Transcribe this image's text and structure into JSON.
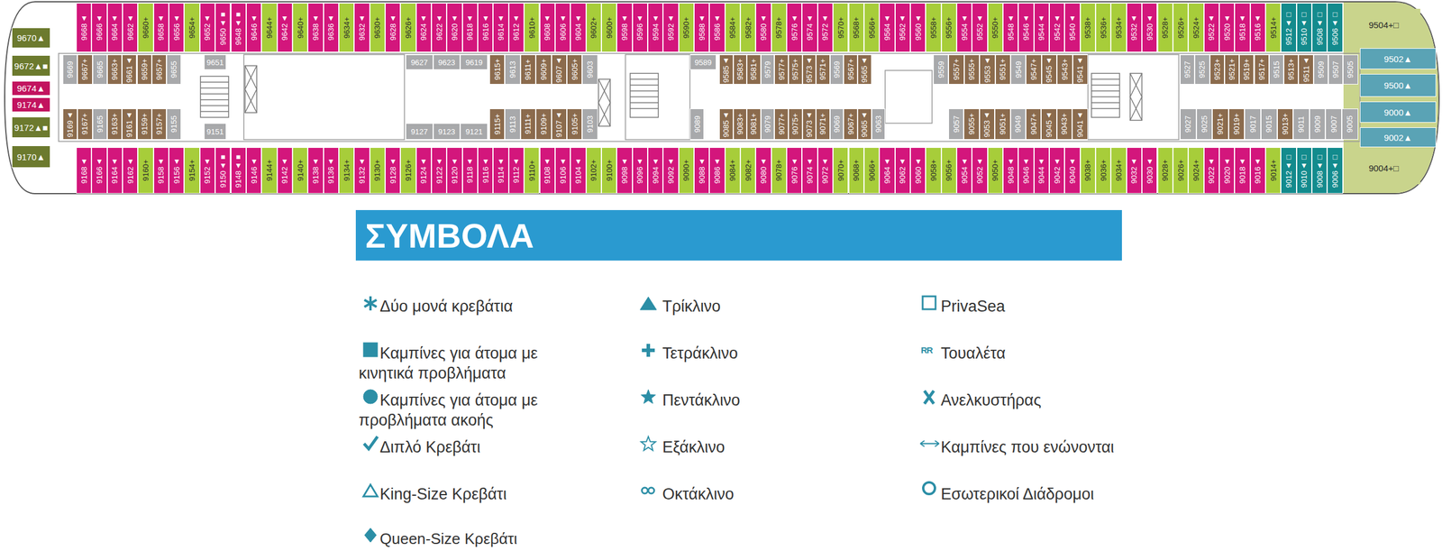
{
  "diagram": {
    "title": "ΣΥΜΒΟΛΑ",
    "nodes": [
      {
        "text": [
          "9668▲"
        ]
      },
      {
        "text": [
          "9666▲"
        ]
      },
      {
        "text": [
          "9664▲"
        ]
      },
      {
        "text": [
          "9662▲"
        ]
      },
      {
        "text": [
          "9660+"
        ]
      },
      {
        "text": [
          "9658▲"
        ]
      },
      {
        "text": [
          "9656▲"
        ]
      },
      {
        "text": [
          "9654+"
        ]
      },
      {
        "text": [
          "9652▲"
        ]
      },
      {
        "text": [
          "9650▲■"
        ]
      },
      {
        "text": [
          "9648▲■"
        ]
      },
      {
        "text": [
          "9646▲"
        ]
      },
      {
        "text": [
          "9644+"
        ]
      },
      {
        "text": [
          "9642▲"
        ]
      },
      {
        "text": [
          "9640+"
        ]
      },
      {
        "text": [
          "9638▲"
        ]
      },
      {
        "text": [
          "9636▲"
        ]
      },
      {
        "text": [
          "9634+"
        ]
      },
      {
        "text": [
          "9632▲"
        ]
      },
      {
        "text": [
          "9630+"
        ]
      },
      {
        "text": [
          "9628▲"
        ]
      },
      {
        "text": [
          "9626+"
        ]
      },
      {
        "text": [
          "9624▲"
        ]
      },
      {
        "text": [
          "9622▲"
        ]
      },
      {
        "text": [
          "9620▲"
        ]
      },
      {
        "text": [
          "9618▲"
        ]
      },
      {
        "text": [
          "9616▲"
        ]
      },
      {
        "text": [
          "9614▲"
        ]
      },
      {
        "text": [
          "9612▲"
        ]
      },
      {
        "text": [
          "9610+"
        ]
      },
      {
        "text": [
          "9608▲"
        ]
      },
      {
        "text": [
          "9606▲"
        ]
      },
      {
        "text": [
          "9604▲"
        ]
      },
      {
        "text": [
          "9602+"
        ]
      },
      {
        "text": [
          "9600+"
        ]
      },
      {
        "text": [
          "9598▲"
        ]
      },
      {
        "text": [
          "9596▲"
        ]
      },
      {
        "text": [
          "9594▲"
        ]
      },
      {
        "text": [
          "9592▲"
        ]
      },
      {
        "text": [
          "9590+"
        ]
      },
      {
        "text": [
          "9588▲"
        ]
      },
      {
        "text": [
          "9586▲"
        ]
      },
      {
        "text": [
          "9584+"
        ]
      },
      {
        "text": [
          "9582+"
        ]
      },
      {
        "text": [
          "9580▲"
        ]
      },
      {
        "text": [
          "9578+"
        ]
      },
      {
        "text": [
          "9576▲"
        ]
      },
      {
        "text": [
          "9574▲"
        ]
      },
      {
        "text": [
          "9572▲"
        ]
      },
      {
        "text": [
          "9570+"
        ]
      },
      {
        "text": [
          "9568+"
        ]
      },
      {
        "text": [
          "9566+"
        ]
      },
      {
        "text": [
          "9564▲"
        ]
      },
      {
        "text": [
          "9562▲"
        ]
      },
      {
        "text": [
          "9560▲"
        ]
      },
      {
        "text": [
          "9558+"
        ]
      },
      {
        "text": [
          "9556+"
        ]
      },
      {
        "text": [
          "9554▲"
        ]
      },
      {
        "text": [
          "9552▲"
        ]
      },
      {
        "text": [
          "9550+"
        ]
      },
      {
        "text": [
          "9548▲"
        ]
      },
      {
        "text": [
          "9546▲"
        ]
      },
      {
        "text": [
          "9544▲"
        ]
      },
      {
        "text": [
          "9542▲"
        ]
      },
      {
        "text": [
          "9540▲"
        ]
      },
      {
        "text": [
          "9538+"
        ]
      },
      {
        "text": [
          "9536+"
        ]
      },
      {
        "text": [
          "9534+"
        ]
      },
      {
        "text": [
          "9532▲"
        ]
      },
      {
        "text": [
          "9530▲"
        ]
      },
      {
        "text": [
          "9528+"
        ]
      },
      {
        "text": [
          "9526+"
        ]
      },
      {
        "text": [
          "9524+"
        ]
      },
      {
        "text": [
          "9522▲"
        ]
      },
      {
        "text": [
          "9520▲"
        ]
      },
      {
        "text": [
          "9518▲"
        ]
      },
      {
        "text": [
          "9516▲"
        ]
      },
      {
        "text": [
          "9514+"
        ]
      },
      {
        "text": [
          "9512▲□"
        ]
      },
      {
        "text": [
          "9510▲□"
        ]
      },
      {
        "text": [
          "9508▲□"
        ]
      },
      {
        "text": [
          "9506▲□"
        ]
      },
      {
        "text": [
          "9669"
        ]
      },
      {
        "text": [
          "9667+"
        ]
      },
      {
        "text": [
          "9665"
        ]
      },
      {
        "text": [
          "9663+"
        ]
      },
      {
        "text": [
          "9661▲"
        ]
      },
      {
        "text": [
          "9659+"
        ]
      },
      {
        "text": [
          "9657+"
        ]
      },
      {
        "text": [
          "9655"
        ]
      },
      {
        "text": [
          "9651"
        ]
      },
      {
        "text": [
          "9627"
        ]
      },
      {
        "text": [
          "9623"
        ]
      },
      {
        "text": [
          "9619"
        ]
      },
      {
        "text": [
          "9615+"
        ]
      },
      {
        "text": [
          "9613"
        ]
      },
      {
        "text": [
          "9611+"
        ]
      },
      {
        "text": [
          "9609+"
        ]
      },
      {
        "text": [
          "9607▲"
        ]
      },
      {
        "text": [
          "9605+"
        ]
      },
      {
        "text": [
          "9603"
        ]
      },
      {
        "text": [
          "9589"
        ]
      },
      {
        "text": [
          "9585▲"
        ]
      },
      {
        "text": [
          "9583+"
        ]
      },
      {
        "text": [
          "9581+"
        ]
      },
      {
        "text": [
          "9579"
        ]
      },
      {
        "text": [
          "9577+"
        ]
      },
      {
        "text": [
          "9575+"
        ]
      },
      {
        "text": [
          "9573▲"
        ]
      },
      {
        "text": [
          "9571+"
        ]
      },
      {
        "text": [
          "9569"
        ]
      },
      {
        "text": [
          "9567+"
        ]
      },
      {
        "text": [
          "9565▲"
        ]
      },
      {
        "text": [
          "9559"
        ]
      },
      {
        "text": [
          "9557+"
        ]
      },
      {
        "text": [
          "9555+"
        ]
      },
      {
        "text": [
          "9553▲"
        ]
      },
      {
        "text": [
          "9551+"
        ]
      },
      {
        "text": [
          "9549"
        ]
      },
      {
        "text": [
          "9547+"
        ]
      },
      {
        "text": [
          "9545▲"
        ]
      },
      {
        "text": [
          "9543+"
        ]
      },
      {
        "text": [
          "9541▲"
        ]
      },
      {
        "text": [
          "9527"
        ]
      },
      {
        "text": [
          "9525"
        ]
      },
      {
        "text": [
          "9523+"
        ]
      },
      {
        "text": [
          "9521+"
        ]
      },
      {
        "text": [
          "9519+"
        ]
      },
      {
        "text": [
          "9517+"
        ]
      },
      {
        "text": [
          "9515"
        ]
      },
      {
        "text": [
          "9513+"
        ]
      },
      {
        "text": [
          "9511▲"
        ]
      },
      {
        "text": [
          "9509"
        ]
      },
      {
        "text": [
          "9507"
        ]
      },
      {
        "text": [
          "9505"
        ]
      },
      {
        "text": [
          "9169▲"
        ]
      },
      {
        "text": [
          "9167+"
        ]
      },
      {
        "text": [
          "9165"
        ]
      },
      {
        "text": [
          "9163+"
        ]
      },
      {
        "text": [
          "9161▲"
        ]
      },
      {
        "text": [
          "9159+"
        ]
      },
      {
        "text": [
          "9157+"
        ]
      },
      {
        "text": [
          "9155"
        ]
      },
      {
        "text": [
          "9151"
        ]
      },
      {
        "text": [
          "9127"
        ]
      },
      {
        "text": [
          "9123"
        ]
      },
      {
        "text": [
          "9121"
        ]
      },
      {
        "text": [
          "9115+"
        ]
      },
      {
        "text": [
          "9113"
        ]
      },
      {
        "text": [
          "9111+"
        ]
      },
      {
        "text": [
          "9109+"
        ]
      },
      {
        "text": [
          "9107▲"
        ]
      },
      {
        "text": [
          "9105+"
        ]
      },
      {
        "text": [
          "9103"
        ]
      },
      {
        "text": [
          "9089"
        ]
      },
      {
        "text": [
          "9085▲"
        ]
      },
      {
        "text": [
          "9083+"
        ]
      },
      {
        "text": [
          "9081+"
        ]
      },
      {
        "text": [
          "9079"
        ]
      },
      {
        "text": [
          "9077+"
        ]
      },
      {
        "text": [
          "9075+"
        ]
      },
      {
        "text": [
          "9073▲"
        ]
      },
      {
        "text": [
          "9071+"
        ]
      },
      {
        "text": [
          "9069"
        ]
      },
      {
        "text": [
          "9067+"
        ]
      },
      {
        "text": [
          "9065▲"
        ]
      },
      {
        "text": [
          "9063"
        ]
      },
      {
        "text": [
          "9057"
        ]
      },
      {
        "text": [
          "9055+"
        ]
      },
      {
        "text": [
          "9053▲"
        ]
      },
      {
        "text": [
          "9051+"
        ]
      },
      {
        "text": [
          "9049"
        ]
      },
      {
        "text": [
          "9047+"
        ]
      },
      {
        "text": [
          "9045▲"
        ]
      },
      {
        "text": [
          "9043+"
        ]
      },
      {
        "text": [
          "9041▲"
        ]
      },
      {
        "text": [
          "9027"
        ]
      },
      {
        "text": [
          "9025"
        ]
      },
      {
        "text": [
          "9021+"
        ]
      },
      {
        "text": [
          "9019+"
        ]
      },
      {
        "text": [
          "9017"
        ]
      },
      {
        "text": [
          "9015"
        ]
      },
      {
        "text": [
          "9013+"
        ]
      },
      {
        "text": [
          "9011"
        ]
      },
      {
        "text": [
          "9009"
        ]
      },
      {
        "text": [
          "9007"
        ]
      },
      {
        "text": [
          "9005"
        ]
      },
      {
        "text": [
          "9168▲"
        ]
      },
      {
        "text": [
          "9166▲"
        ]
      },
      {
        "text": [
          "9164▲"
        ]
      },
      {
        "text": [
          "9162▲"
        ]
      },
      {
        "text": [
          "9160+"
        ]
      },
      {
        "text": [
          "9158▲"
        ]
      },
      {
        "text": [
          "9156▲"
        ]
      },
      {
        "text": [
          "9154+"
        ]
      },
      {
        "text": [
          "9152▲"
        ]
      },
      {
        "text": [
          "9150▲■"
        ]
      },
      {
        "text": [
          "9148▲■"
        ]
      },
      {
        "text": [
          "9146▲"
        ]
      },
      {
        "text": [
          "9144+"
        ]
      },
      {
        "text": [
          "9142▲"
        ]
      },
      {
        "text": [
          "9140+"
        ]
      },
      {
        "text": [
          "9138▲"
        ]
      },
      {
        "text": [
          "9136▲"
        ]
      },
      {
        "text": [
          "9134+"
        ]
      },
      {
        "text": [
          "9132▲"
        ]
      },
      {
        "text": [
          "9130+"
        ]
      },
      {
        "text": [
          "9128▲"
        ]
      },
      {
        "text": [
          "9126+"
        ]
      },
      {
        "text": [
          "9124▲"
        ]
      },
      {
        "text": [
          "9122▲"
        ]
      },
      {
        "text": [
          "9120▲"
        ]
      },
      {
        "text": [
          "9118▲"
        ]
      },
      {
        "text": [
          "9116▲"
        ]
      },
      {
        "text": [
          "9114▲"
        ]
      },
      {
        "text": [
          "9112▲"
        ]
      },
      {
        "text": [
          "9110+"
        ]
      },
      {
        "text": [
          "9108▲"
        ]
      },
      {
        "text": [
          "9106▲"
        ]
      },
      {
        "text": [
          "9104▲"
        ]
      },
      {
        "text": [
          "9102+"
        ]
      },
      {
        "text": [
          "9100+"
        ]
      },
      {
        "text": [
          "9098▲"
        ]
      },
      {
        "text": [
          "9096▲"
        ]
      },
      {
        "text": [
          "9094▲"
        ]
      },
      {
        "text": [
          "9092▲"
        ]
      },
      {
        "text": [
          "9090+"
        ]
      },
      {
        "text": [
          "9088▲"
        ]
      },
      {
        "text": [
          "9086▲"
        ]
      },
      {
        "text": [
          "9084+"
        ]
      },
      {
        "text": [
          "9082+"
        ]
      },
      {
        "text": [
          "9080▲"
        ]
      },
      {
        "text": [
          "9078+"
        ]
      },
      {
        "text": [
          "9076▲"
        ]
      },
      {
        "text": [
          "9074▲"
        ]
      },
      {
        "text": [
          "9072▲"
        ]
      },
      {
        "text": [
          "9070+"
        ]
      },
      {
        "text": [
          "9068+"
        ]
      },
      {
        "text": [
          "9066+"
        ]
      },
      {
        "text": [
          "9064▲"
        ]
      },
      {
        "text": [
          "9062▲"
        ]
      },
      {
        "text": [
          "9060▲"
        ]
      },
      {
        "text": [
          "9058+"
        ]
      },
      {
        "text": [
          "9056+"
        ]
      },
      {
        "text": [
          "9054▲"
        ]
      },
      {
        "text": [
          "9052▲"
        ]
      },
      {
        "text": [
          "9050+"
        ]
      },
      {
        "text": [
          "9048▲"
        ]
      },
      {
        "text": [
          "9046▲"
        ]
      },
      {
        "text": [
          "9044▲"
        ]
      },
      {
        "text": [
          "9042▲"
        ]
      },
      {
        "text": [
          "9040▲"
        ]
      },
      {
        "text": [
          "9038+"
        ]
      },
      {
        "text": [
          "9036+"
        ]
      },
      {
        "text": [
          "9034+"
        ]
      },
      {
        "text": [
          "9032▲"
        ]
      },
      {
        "text": [
          "9030▲"
        ]
      },
      {
        "text": [
          "9028+"
        ]
      },
      {
        "text": [
          "9026+"
        ]
      },
      {
        "text": [
          "9024+"
        ]
      },
      {
        "text": [
          "9022▲"
        ]
      },
      {
        "text": [
          "9020▲"
        ]
      },
      {
        "text": [
          "9018▲"
        ]
      },
      {
        "text": [
          "9016▲"
        ]
      },
      {
        "text": [
          "9014+"
        ]
      },
      {
        "text": [
          "9012▲□"
        ]
      },
      {
        "text": [
          "9010▲□"
        ]
      },
      {
        "text": [
          "9008▲□"
        ]
      },
      {
        "text": [
          "9006▲□"
        ]
      },
      {
        "text": [
          "9670▲"
        ]
      },
      {
        "text": [
          "9672▲■"
        ]
      },
      {
        "text": [
          "9674▲"
        ]
      },
      {
        "text": [
          "9174▲"
        ]
      },
      {
        "text": [
          "9172▲■"
        ]
      },
      {
        "text": [
          "9170▲"
        ]
      },
      {
        "text": [
          "9504+□"
        ]
      },
      {
        "text": [
          "9502▲"
        ]
      },
      {
        "text": [
          "9500▲"
        ]
      },
      {
        "text": [
          "9000▲"
        ]
      },
      {
        "text": [
          "9002▲"
        ]
      },
      {
        "text": [
          "9004+□"
        ]
      }
    ],
    "labels": [
      "RR"
    ],
    "legend": [
      {
        "text": "Δύο μονά κρεβάτια"
      },
      {
        "text": "Καμπίνες για άτομα με κινητικά προβλήματα"
      },
      {
        "text": "Καμπίνες για άτομα με προβλήματα ακοής"
      },
      {
        "text": "Διπλό Κρεβάτι"
      },
      {
        "text": "King-Size Κρεβάτι"
      },
      {
        "text": "Queen-Size Κρεβάτι"
      },
      {
        "text": "Τρίκλινο"
      },
      {
        "text": "Τετράκλινο"
      },
      {
        "text": "Πεντάκλινο"
      },
      {
        "text": "Εξάκλινο"
      },
      {
        "text": "Οκτάκλινο"
      },
      {
        "text": "PrivaSea"
      },
      {
        "text": "Τουαλέτα"
      },
      {
        "text": "Ανελκυστήρας"
      },
      {
        "text": "Καμπίνες που ενώνονται"
      },
      {
        "text": "Εσωτερικοί Διάδρομοι"
      }
    ]
  }
}
